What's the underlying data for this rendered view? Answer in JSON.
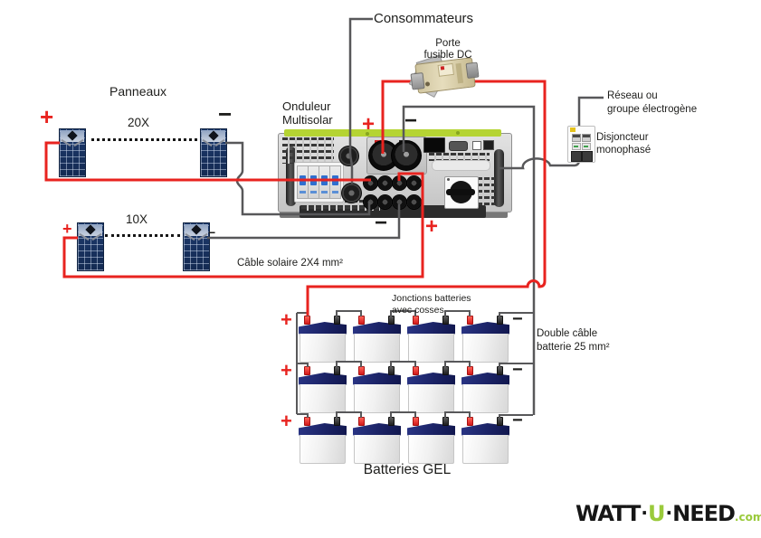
{
  "labels": {
    "consommateurs": "Consommateurs",
    "porte_fusible": [
      "Porte",
      "fusible DC"
    ],
    "panneaux": "Panneaux",
    "string1_count": "20X",
    "string2_count": "10X",
    "onduleur": [
      "Onduleur",
      "Multisolar"
    ],
    "reseau": [
      "Réseau ou",
      "groupe électrogène"
    ],
    "disjoncteur": [
      "Disjoncteur",
      "monophasé"
    ],
    "cable_solaire": "Câble solaire 2X4 mm²",
    "jonctions": [
      "Jonctions batteries",
      "avec cosses"
    ],
    "double_cable": [
      "Double câble",
      "batterie 25 mm²"
    ],
    "batteries_gel": "Batteries GEL"
  },
  "symbols": {
    "plus": "+",
    "minus": "−"
  },
  "logo": {
    "watt": "WATT",
    "separator": "·",
    "u": "U",
    "need": "NEED",
    "com": ".com"
  },
  "colors": {
    "wire_red": "#e8231f",
    "wire_gray": "#58585a",
    "inverter_stripe": "#b5d433",
    "logo_green": "#9aca3b",
    "panel_blue": "#1d3a6d",
    "battery_lid": "#1b2366"
  }
}
